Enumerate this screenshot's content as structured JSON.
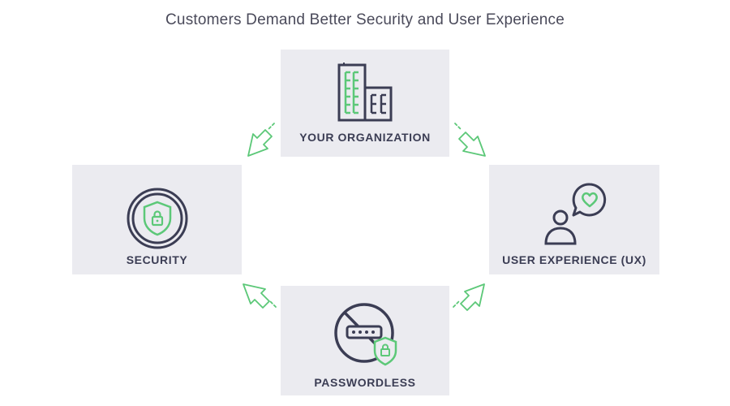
{
  "title": "Customers Demand Better Security and User Experience",
  "colors": {
    "box_bg": "#ebebf0",
    "outline": "#3b3d54",
    "accent": "#5cc878"
  },
  "nodes": {
    "organization": {
      "label": "YOUR ORGANIZATION",
      "icon": "building-icon"
    },
    "security": {
      "label": "SECURITY",
      "icon": "shield-lock-icon"
    },
    "ux": {
      "label": "USER EXPERIENCE (UX)",
      "icon": "user-heart-speech-icon"
    },
    "passwordless": {
      "label": "PASSWORDLESS",
      "icon": "no-password-icon"
    }
  }
}
